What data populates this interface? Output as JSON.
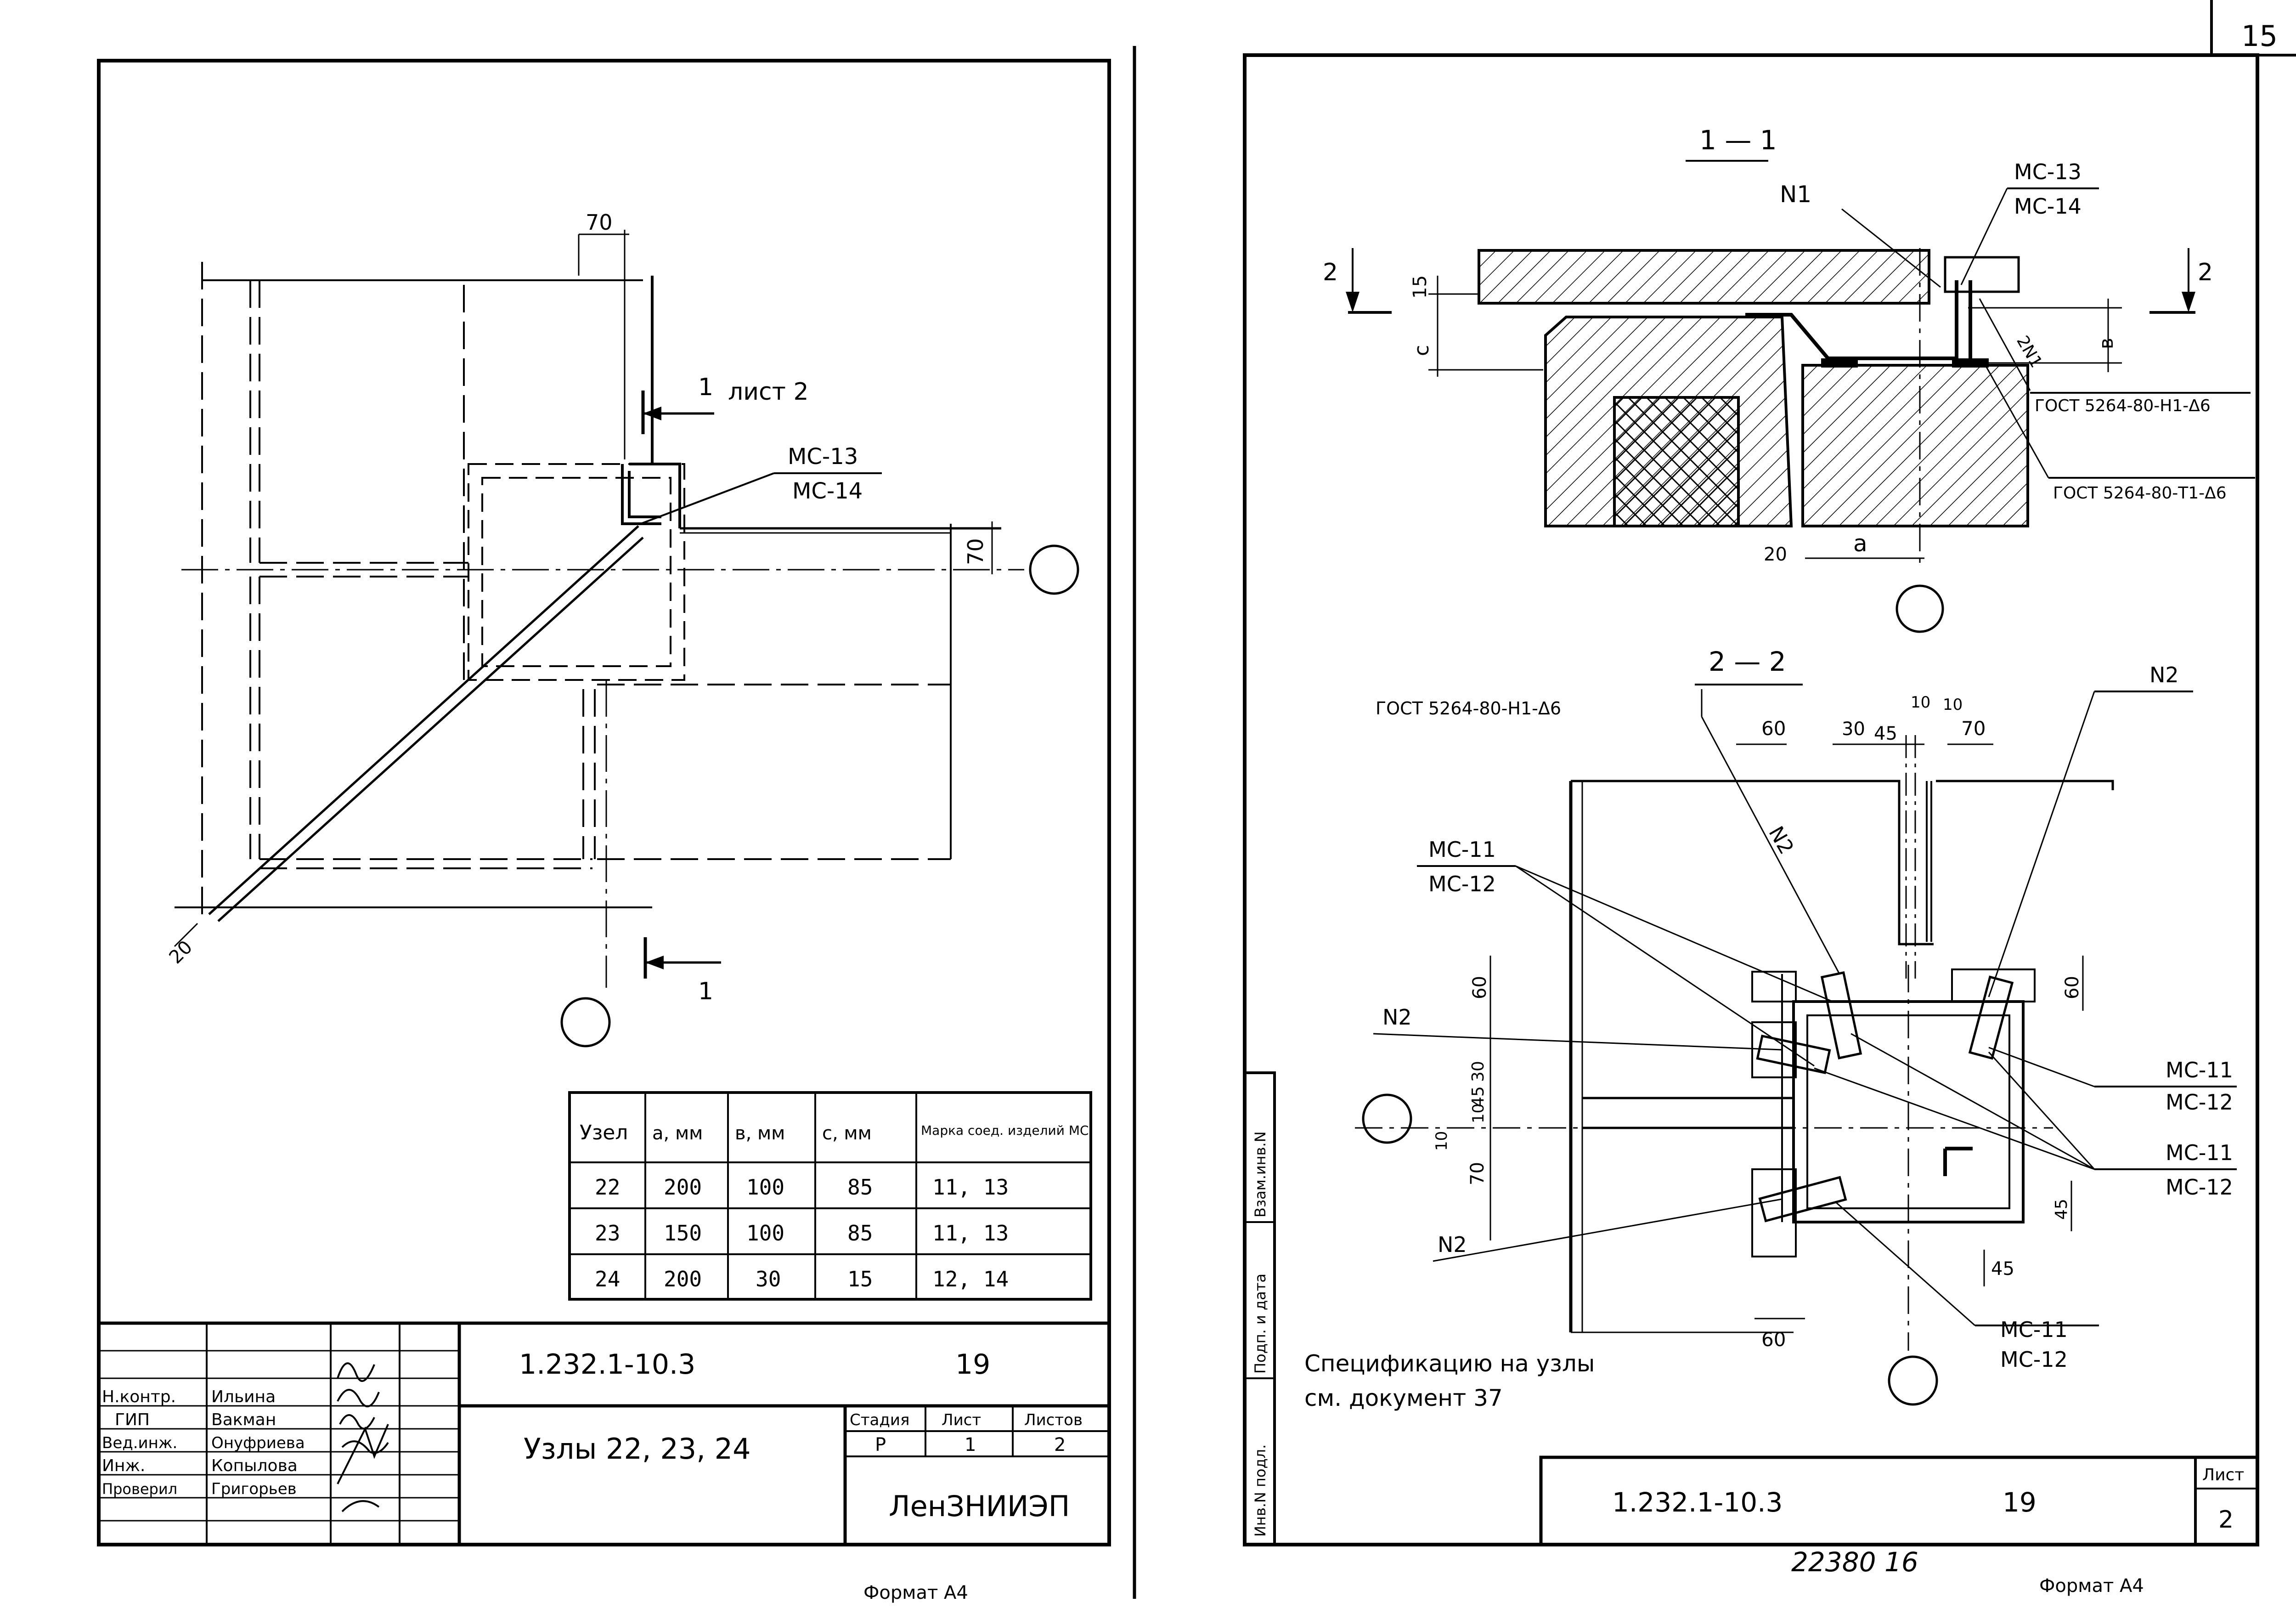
{
  "page_number": "15",
  "left_sheet": {
    "section_marker_top": {
      "number": "1",
      "text": "лист 2"
    },
    "section_marker_bottom": {
      "number": "1"
    },
    "callout_mc13": "МС-13",
    "callout_mc14": "МС-14",
    "dims": {
      "d70_top": "70",
      "d70_right": "70",
      "d20": "20"
    },
    "table": {
      "headers": [
        "Узел",
        "а, мм",
        "в, мм",
        "с, мм",
        "Марка соед. изделий МС"
      ],
      "rows": [
        [
          "22",
          "200",
          "100",
          "85",
          "11,  13"
        ],
        [
          "23",
          "150",
          "100",
          "85",
          "11,  13"
        ],
        [
          "24",
          "200",
          "30",
          "15",
          "12,  14"
        ]
      ]
    },
    "title_block": {
      "doc_code": "1.232.1-10.3",
      "sheet_no": "19",
      "title": "Узлы  22, 23, 24",
      "stage_label": "Стадия",
      "sheet_label": "Лист",
      "sheets_label": "Листов",
      "stage": "Р",
      "sheet": "1",
      "sheets": "2",
      "org": "ЛенЗНИИЭП",
      "staff": [
        {
          "role": "Н.контр.",
          "name": "Ильина"
        },
        {
          "role": "ГИП",
          "name": "Вакман"
        },
        {
          "role": "Вед.инж.",
          "name": "Онуфриева"
        },
        {
          "role": "Инж.",
          "name": "Копылова"
        },
        {
          "role": "Проверил",
          "name": "Григорьев"
        }
      ]
    },
    "format": "Формат А4"
  },
  "right_sheet": {
    "section_1_title": "1 — 1",
    "section_2_title": "2 — 2",
    "mark_n1": "N1",
    "mark_2n1": "2N1",
    "mc13": "МС-13",
    "mc14": "МС-14",
    "weld_1": "ГОСТ 5264-80-Н1-Δ6",
    "weld_2": "ГОСТ 5264-80-Т1-Δ6",
    "weld_3": "ГОСТ 5264-80-Н1-Δ6",
    "section_cut": "2",
    "dims1": {
      "d15": "15",
      "dc": "с",
      "db": "в",
      "da": "а",
      "d20": "20"
    },
    "dims2": {
      "d60a": "60",
      "d30": "30",
      "d45": "45",
      "d10a": "10",
      "d10b": "10",
      "d70": "70",
      "d60b": "60",
      "d45v": "45",
      "d30v": "30",
      "d10v": "10",
      "d70v": "70",
      "d60v": "60",
      "d45r": "45",
      "d45b": "45",
      "d60c": "60",
      "d10c": "10"
    },
    "mc11": "МС-11",
    "mc12": "МС-12",
    "n2": "N2",
    "note_line1": "Спецификацию на узлы",
    "note_line2": "см. документ 37",
    "side_stamp": [
      "Инв.N подл.",
      "Подп. и дата",
      "Взам.инв.N"
    ],
    "title_block": {
      "doc_code": "1.232.1-10.3",
      "sheet_no": "19",
      "sheet_label": "Лист",
      "sheet": "2"
    },
    "inv_number": "22380 16",
    "format": "Формат А4"
  }
}
